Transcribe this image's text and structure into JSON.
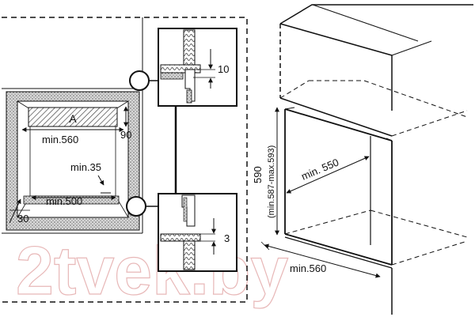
{
  "labels": {
    "a": "A",
    "d90": "90",
    "min560_front": "min.560",
    "min35": "min.35",
    "min500": "min.500",
    "d30": "30",
    "d10": "10",
    "d3": "3",
    "min550": "min. 550",
    "d590": "590",
    "range593": "(min.587-max.593)",
    "min560_cab": "min.560"
  },
  "watermark": "2tvek.by",
  "colors": {
    "line": "#111111",
    "hatch": "#555555",
    "watermark": "#e8b8b8",
    "background": "#ffffff"
  }
}
